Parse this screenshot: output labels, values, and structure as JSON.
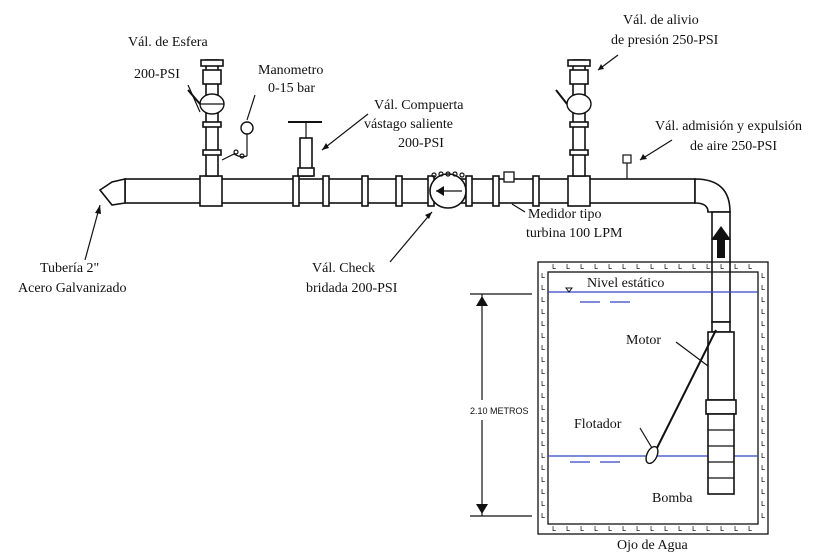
{
  "labels": {
    "valv_esfera": "Vál. de Esfera",
    "valv_esfera_psi": "200-PSI",
    "manometro": "Manometro",
    "manometro_range": "0-15 bar",
    "compuerta_1": "Vál. Compuerta",
    "compuerta_2": "vástago saliente",
    "compuerta_3": "200-PSI",
    "alivio_1": "Vál. de alivio",
    "alivio_2": "de presión  250-PSI",
    "admision_1": "Vál. admisión y expulsión",
    "admision_2": "de aire  250-PSI",
    "medidor_1": "Medidor tipo",
    "medidor_2": "turbina 100 LPM",
    "tuberia_1": "Tubería 2\"",
    "tuberia_2": "Acero Galvanizado",
    "check_1": "Vál. Check",
    "check_2": "bridada  200-PSI",
    "nivel_estatico": "Nivel estático",
    "motor": "Motor",
    "flotador": "Flotador",
    "bomba": "Bomba",
    "metros": "2.10  METROS",
    "ojo_de_agua": "Ojo de Agua"
  },
  "colors": {
    "water_line": "#3344cc",
    "ink": "#111111"
  }
}
